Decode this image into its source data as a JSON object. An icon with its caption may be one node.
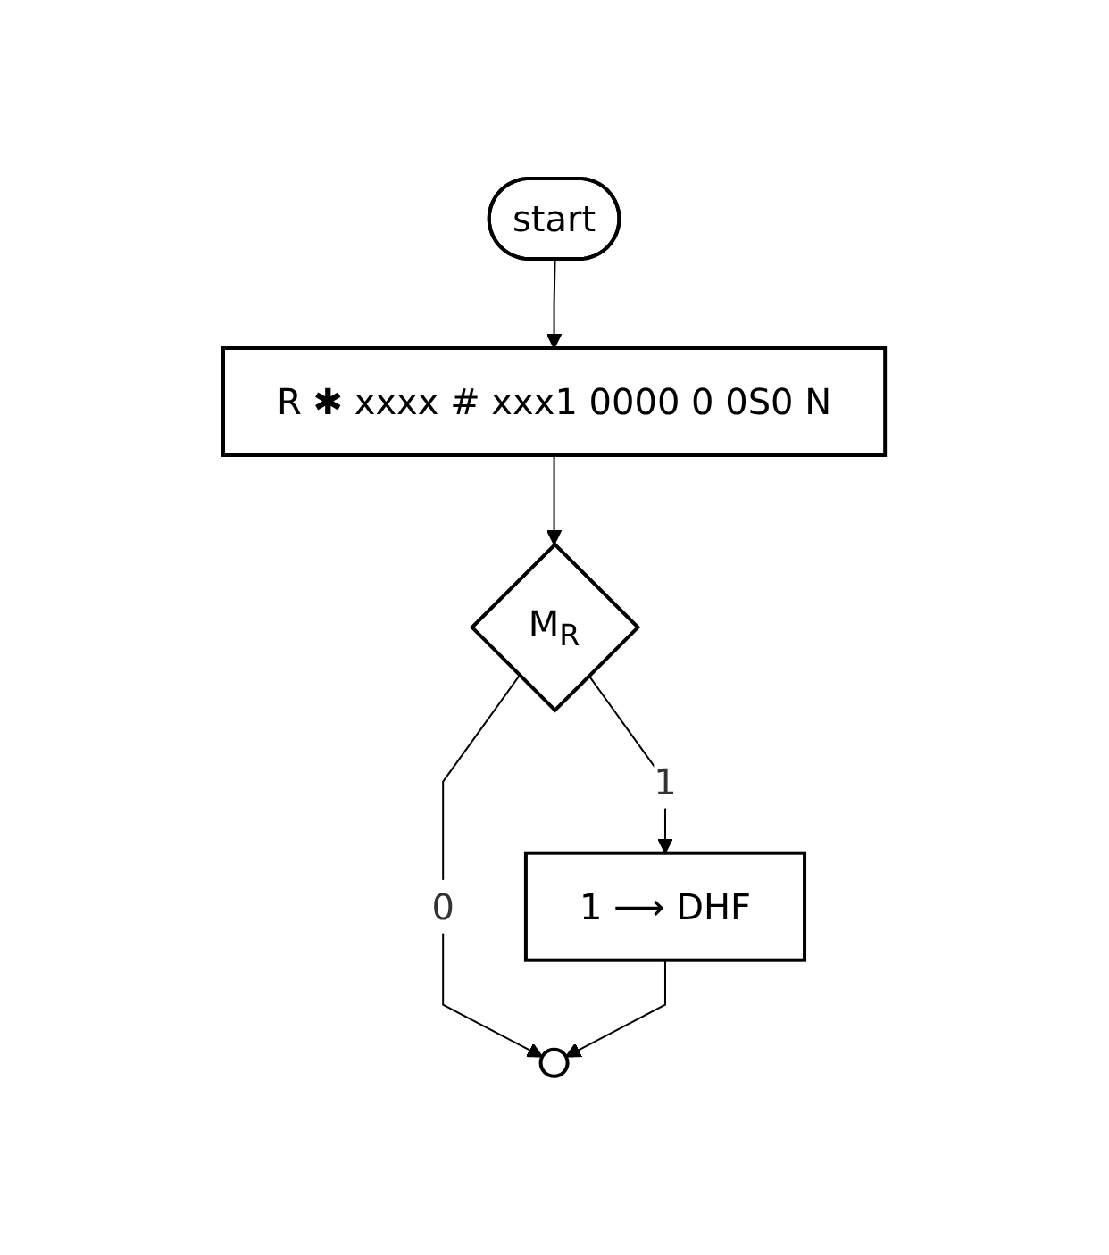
{
  "diagram": {
    "nodes": [
      {
        "text": [
          "start"
        ]
      },
      {
        "text": [
          "R ✱ xxxx # xxx1 0000 0 0S0 N"
        ]
      },
      {
        "text": [
          "M$_{R}$"
        ]
      },
      {
        "text": [
          "1 ⟶ DHF"
        ]
      },
      {
        "text": [],
        "shape": "circle"
      }
    ],
    "edges": [
      {
        "from": 0,
        "to": 1,
        "arrow": "to"
      },
      {
        "from": 1,
        "to": 2,
        "arrow": "to"
      },
      {
        "from": 2,
        "to": 3,
        "arrow": "to",
        "label": "1"
      },
      {
        "from": 2,
        "to": 4,
        "arrow": "to",
        "label": "0"
      },
      {
        "from": 3,
        "to": 4,
        "arrow": "to"
      }
    ]
  }
}
